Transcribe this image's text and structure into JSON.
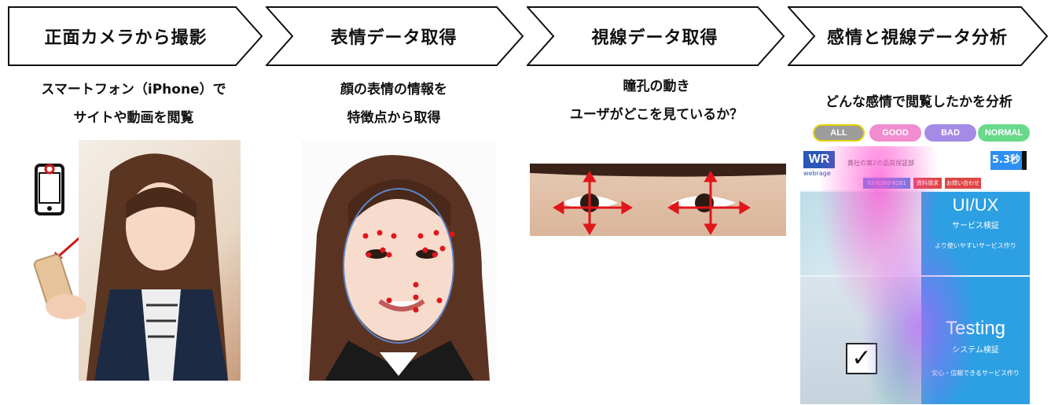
{
  "steps": [
    {
      "title": "正面カメラから撮影",
      "desc": [
        "スマートフォン（iPhone）で",
        "サイトや動画を閲覧"
      ]
    },
    {
      "title": "表情データ取得",
      "desc": [
        "顔の表情の情報を",
        "特徴点から取得"
      ]
    },
    {
      "title": "視線データ取得",
      "desc": [
        "瞳孔の動き",
        "ユーザがどこを見ているか？"
      ]
    },
    {
      "title": "感情と視線データ分析",
      "desc": [
        "どんな感情で閲覧したかを分析"
      ]
    }
  ],
  "filters": [
    {
      "label": "ALL",
      "color": "#9c9c9c",
      "border": "#e3d400"
    },
    {
      "label": "GOOD",
      "color": "#f08ccf",
      "border": "#f08ccf"
    },
    {
      "label": "BAD",
      "color": "#a58ae6",
      "border": "#a58ae6"
    },
    {
      "label": "NORMAL",
      "color": "#68d98a",
      "border": "#68d98a"
    }
  ],
  "site": {
    "logo_text": "webrage",
    "tagline": "貴社の第2の品質保証部",
    "timer": "5.3秒",
    "phone": "03-6380-8261",
    "btn_doc": "資料請求",
    "btn_contact": "お問い合わせ",
    "panel1_title": "UI/UX",
    "panel1_sub": "サービス検証",
    "panel1_desc": "より使いやすいサービス作り",
    "panel2_title": "Testing",
    "panel2_sub": "システム検証",
    "panel2_desc": "安心・信頼できるサービス作り"
  }
}
